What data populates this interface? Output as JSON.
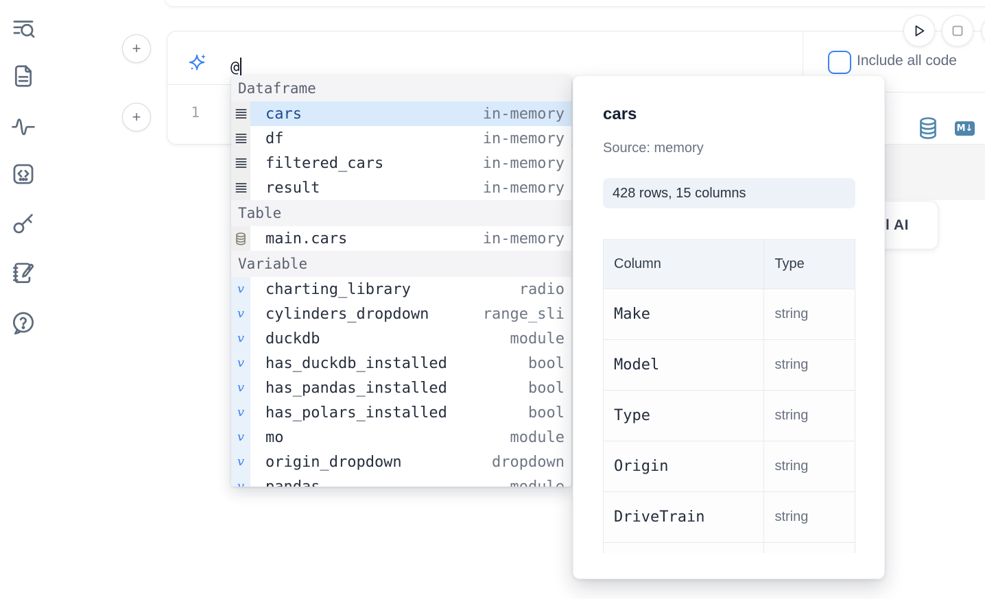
{
  "icons": {
    "plus": "+",
    "markdown_badge": "M↓"
  },
  "sidebar": {
    "items": [
      {
        "icon": "search-list-icon"
      },
      {
        "icon": "file-text-icon"
      },
      {
        "icon": "activity-icon"
      },
      {
        "icon": "code-block-icon"
      },
      {
        "icon": "key-icon"
      },
      {
        "icon": "notebook-pen-icon"
      },
      {
        "icon": "help-circle-icon"
      }
    ]
  },
  "cell": {
    "ai_prompt_value": "@",
    "line_number": "1",
    "include_all_code_label": "Include all code",
    "include_all_code_checked": false
  },
  "autocomplete": {
    "sections": [
      {
        "label": "Dataframe",
        "items": [
          {
            "name": "cars",
            "type": "in-memory",
            "icon": "dataframe-icon",
            "selected": true
          },
          {
            "name": "df",
            "type": "in-memory",
            "icon": "dataframe-icon"
          },
          {
            "name": "filtered_cars",
            "type": "in-memory",
            "icon": "dataframe-icon"
          },
          {
            "name": "result",
            "type": "in-memory",
            "icon": "dataframe-icon"
          }
        ]
      },
      {
        "label": "Table",
        "items": [
          {
            "name": "main.cars",
            "type": "in-memory",
            "icon": "table-icon"
          }
        ]
      },
      {
        "label": "Variable",
        "items": [
          {
            "name": "charting_library",
            "type": "radio",
            "icon": "variable-icon"
          },
          {
            "name": "cylinders_dropdown",
            "type": "range_sli",
            "icon": "variable-icon"
          },
          {
            "name": "duckdb",
            "type": "module",
            "icon": "variable-icon"
          },
          {
            "name": "has_duckdb_installed",
            "type": "bool",
            "icon": "variable-icon"
          },
          {
            "name": "has_pandas_installed",
            "type": "bool",
            "icon": "variable-icon"
          },
          {
            "name": "has_polars_installed",
            "type": "bool",
            "icon": "variable-icon"
          },
          {
            "name": "mo",
            "type": "module",
            "icon": "variable-icon"
          },
          {
            "name": "origin_dropdown",
            "type": "dropdown",
            "icon": "variable-icon"
          },
          {
            "name": "pandas",
            "type": "module",
            "icon": "variable-icon",
            "partial": true
          }
        ]
      }
    ]
  },
  "preview": {
    "title": "cars",
    "source_label": "Source: memory",
    "shape_badge": "428 rows, 15 columns",
    "table": {
      "headers": [
        "Column",
        "Type"
      ],
      "rows": [
        [
          "Make",
          "string"
        ],
        [
          "Model",
          "string"
        ],
        [
          "Type",
          "string"
        ],
        [
          "Origin",
          "string"
        ],
        [
          "DriveTrain",
          "string"
        ],
        [
          "",
          ""
        ]
      ]
    }
  },
  "ai_card": {
    "fragment": "l",
    "label": "AI"
  },
  "colors": {
    "accent": "#3b82f6",
    "steel_blue": "#4e86ad",
    "selected_row_bg": "#d8eafb",
    "selected_row_text": "#1d4a8f"
  }
}
